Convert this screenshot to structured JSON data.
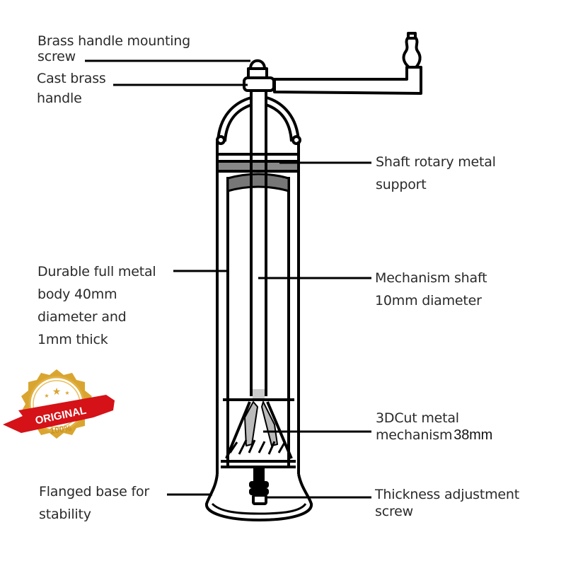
{
  "labels": {
    "mounting_screw": [
      "Brass handle mounting",
      "screw"
    ],
    "cast_handle": [
      "Cast brass",
      "handle"
    ],
    "shaft_support": [
      "Shaft rotary metal",
      "support"
    ],
    "body": [
      "Durable full metal",
      "body 40mm",
      "diameter and",
      "1mm thick"
    ],
    "mechanism_shaft": [
      "Mechanism shaft",
      "10mm diameter"
    ],
    "mechanism": [
      "3DCut metal",
      "mechanism",
      "38mm"
    ],
    "base": [
      "Flanged base for",
      "stability"
    ],
    "adjust_screw": [
      "Thickness adjustment",
      "screw"
    ]
  },
  "badge": {
    "text": "ORIGINAL",
    "subtext": "100%",
    "ribbon_color": "#d41218",
    "gold_color": "#d9a530"
  }
}
